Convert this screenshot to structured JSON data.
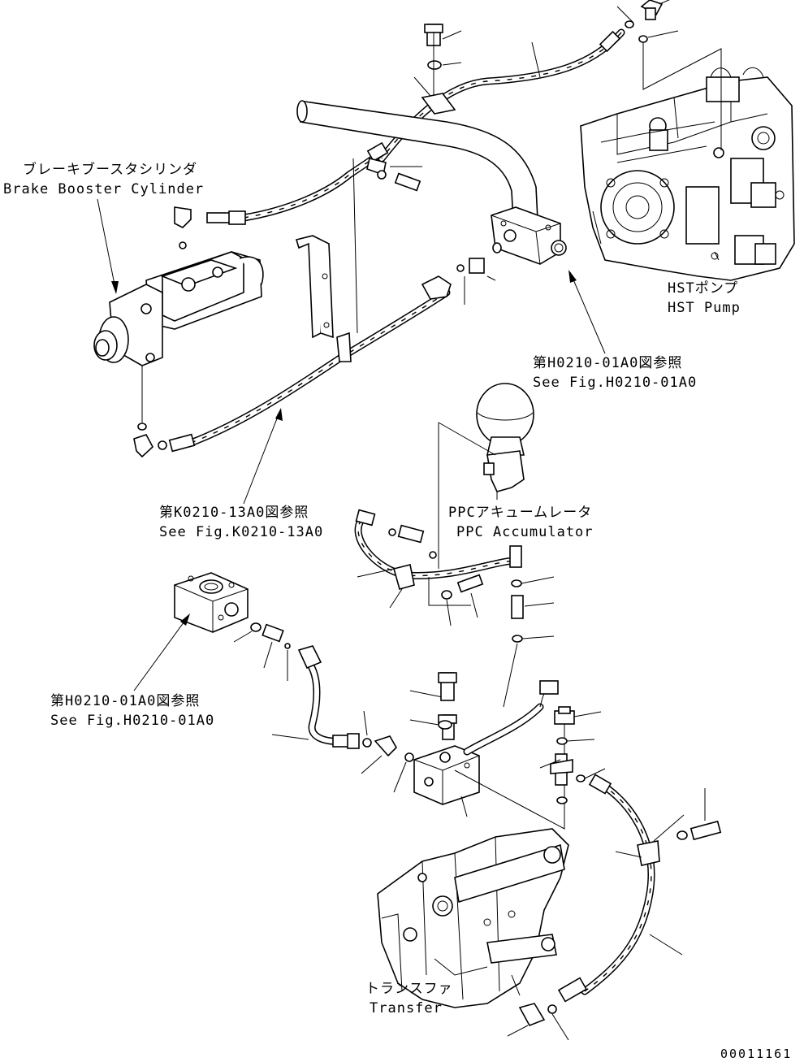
{
  "labels": {
    "brake_booster_jp": "ブレーキブースタシリンダ",
    "brake_booster_en": "Brake Booster Cylinder",
    "hst_pump_jp": "HSTポンプ",
    "hst_pump_en": "HST Pump",
    "ref_h0210_jp_top": "第H0210-01A0図参照",
    "ref_h0210_en_top": "See Fig.H0210-01A0",
    "ref_k0210_jp": "第K0210-13A0図参照",
    "ref_k0210_en": "See Fig.K0210-13A0",
    "ppc_accumulator_jp": "PPCアキュームレータ",
    "ppc_accumulator_en": "PPC Accumulator",
    "ref_h0210_jp_left": "第H0210-01A0図参照",
    "ref_h0210_en_left": "See Fig.H0210-01A0",
    "transfer_jp": "トランスファ",
    "transfer_en": "Transfer",
    "drawing_number": "00011161"
  },
  "icons": {
    "hst_pump": "hydraulic-pump-icon",
    "brake_booster": "cylinder-icon",
    "accumulator": "accumulator-sphere-icon",
    "transfer": "transfer-case-icon",
    "valve_block": "valve-block-icon"
  }
}
